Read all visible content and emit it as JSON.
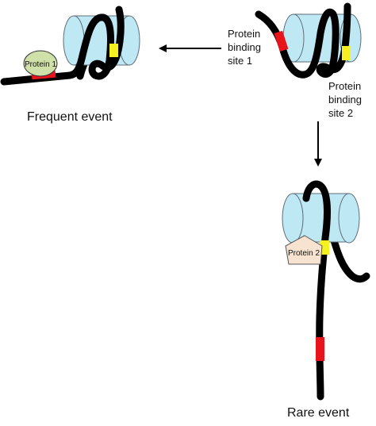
{
  "labels": {
    "site1": [
      "Protein",
      "binding",
      "site 1"
    ],
    "site2": [
      "Protein",
      "binding",
      "site 2"
    ],
    "frequent": "Frequent event",
    "rare": "Rare event"
  },
  "proteins": {
    "p1": "Protein 1",
    "p2": "Protein 2"
  },
  "colors": {
    "dna": "#000000",
    "site1": "#e8141b",
    "site2": "#f4f021",
    "nucleosome_fill": "#bfe8f5",
    "nucleosome_stroke": "#5e6e78",
    "protein1_fill": "#cfe0a8",
    "protein2_fill": "#f7e3cf",
    "arrow": "#000000"
  },
  "icons": {
    "arrow_left": "arrow-left-icon",
    "arrow_down": "arrow-down-icon"
  }
}
